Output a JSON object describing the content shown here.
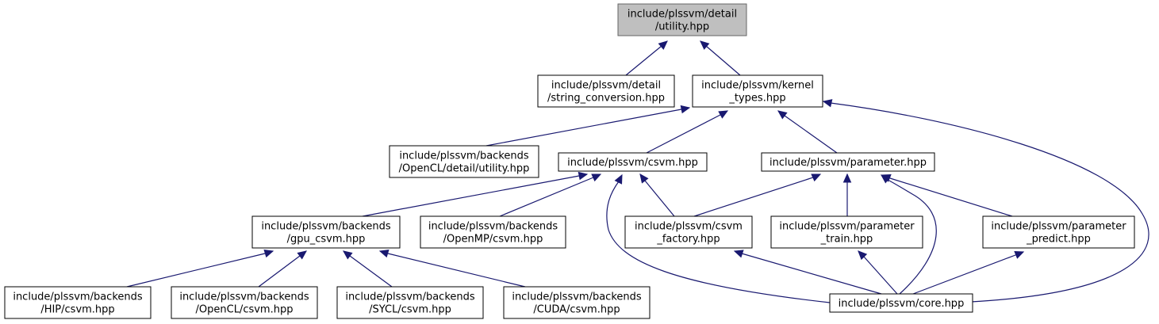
{
  "diagram": {
    "nodes": [
      {
        "id": "utility",
        "lines": [
          "include/plssvm/detail",
          "/utility.hpp"
        ],
        "highlight": true
      },
      {
        "id": "string_conversion",
        "lines": [
          "include/plssvm/detail",
          "/string_conversion.hpp"
        ]
      },
      {
        "id": "kernel_types",
        "lines": [
          "include/plssvm/kernel",
          "_types.hpp"
        ]
      },
      {
        "id": "opencl_detail_utility",
        "lines": [
          "include/plssvm/backends",
          "/OpenCL/detail/utility.hpp"
        ]
      },
      {
        "id": "csvm",
        "lines": [
          "include/plssvm/csvm.hpp"
        ]
      },
      {
        "id": "parameter",
        "lines": [
          "include/plssvm/parameter.hpp"
        ]
      },
      {
        "id": "gpu_csvm",
        "lines": [
          "include/plssvm/backends",
          "/gpu_csvm.hpp"
        ]
      },
      {
        "id": "openmp_csvm",
        "lines": [
          "include/plssvm/backends",
          "/OpenMP/csvm.hpp"
        ]
      },
      {
        "id": "csvm_factory",
        "lines": [
          "include/plssvm/csvm",
          "_factory.hpp"
        ]
      },
      {
        "id": "parameter_train",
        "lines": [
          "include/plssvm/parameter",
          "_train.hpp"
        ]
      },
      {
        "id": "parameter_predict",
        "lines": [
          "include/plssvm/parameter",
          "_predict.hpp"
        ]
      },
      {
        "id": "hip_csvm",
        "lines": [
          "include/plssvm/backends",
          "/HIP/csvm.hpp"
        ]
      },
      {
        "id": "opencl_csvm",
        "lines": [
          "include/plssvm/backends",
          "/OpenCL/csvm.hpp"
        ]
      },
      {
        "id": "sycl_csvm",
        "lines": [
          "include/plssvm/backends",
          "/SYCL/csvm.hpp"
        ]
      },
      {
        "id": "cuda_csvm",
        "lines": [
          "include/plssvm/backends",
          "/CUDA/csvm.hpp"
        ]
      },
      {
        "id": "core",
        "lines": [
          "include/plssvm/core.hpp"
        ]
      }
    ],
    "edges": [
      {
        "from": "string_conversion",
        "to": "utility"
      },
      {
        "from": "kernel_types",
        "to": "utility"
      },
      {
        "from": "opencl_detail_utility",
        "to": "kernel_types"
      },
      {
        "from": "csvm",
        "to": "kernel_types"
      },
      {
        "from": "parameter",
        "to": "kernel_types"
      },
      {
        "from": "core",
        "to": "kernel_types"
      },
      {
        "from": "gpu_csvm",
        "to": "csvm"
      },
      {
        "from": "openmp_csvm",
        "to": "csvm"
      },
      {
        "from": "csvm_factory",
        "to": "csvm"
      },
      {
        "from": "core",
        "to": "csvm"
      },
      {
        "from": "csvm_factory",
        "to": "parameter"
      },
      {
        "from": "parameter_train",
        "to": "parameter"
      },
      {
        "from": "parameter_predict",
        "to": "parameter"
      },
      {
        "from": "core",
        "to": "parameter"
      },
      {
        "from": "hip_csvm",
        "to": "gpu_csvm"
      },
      {
        "from": "opencl_csvm",
        "to": "gpu_csvm"
      },
      {
        "from": "sycl_csvm",
        "to": "gpu_csvm"
      },
      {
        "from": "cuda_csvm",
        "to": "gpu_csvm"
      },
      {
        "from": "core",
        "to": "csvm_factory"
      },
      {
        "from": "core",
        "to": "parameter_train"
      },
      {
        "from": "core",
        "to": "parameter_predict"
      }
    ],
    "colors": {
      "edge": "#191970",
      "root_fill": "#bfbfbf",
      "node_fill": "#ffffff",
      "border": "#000000"
    }
  }
}
